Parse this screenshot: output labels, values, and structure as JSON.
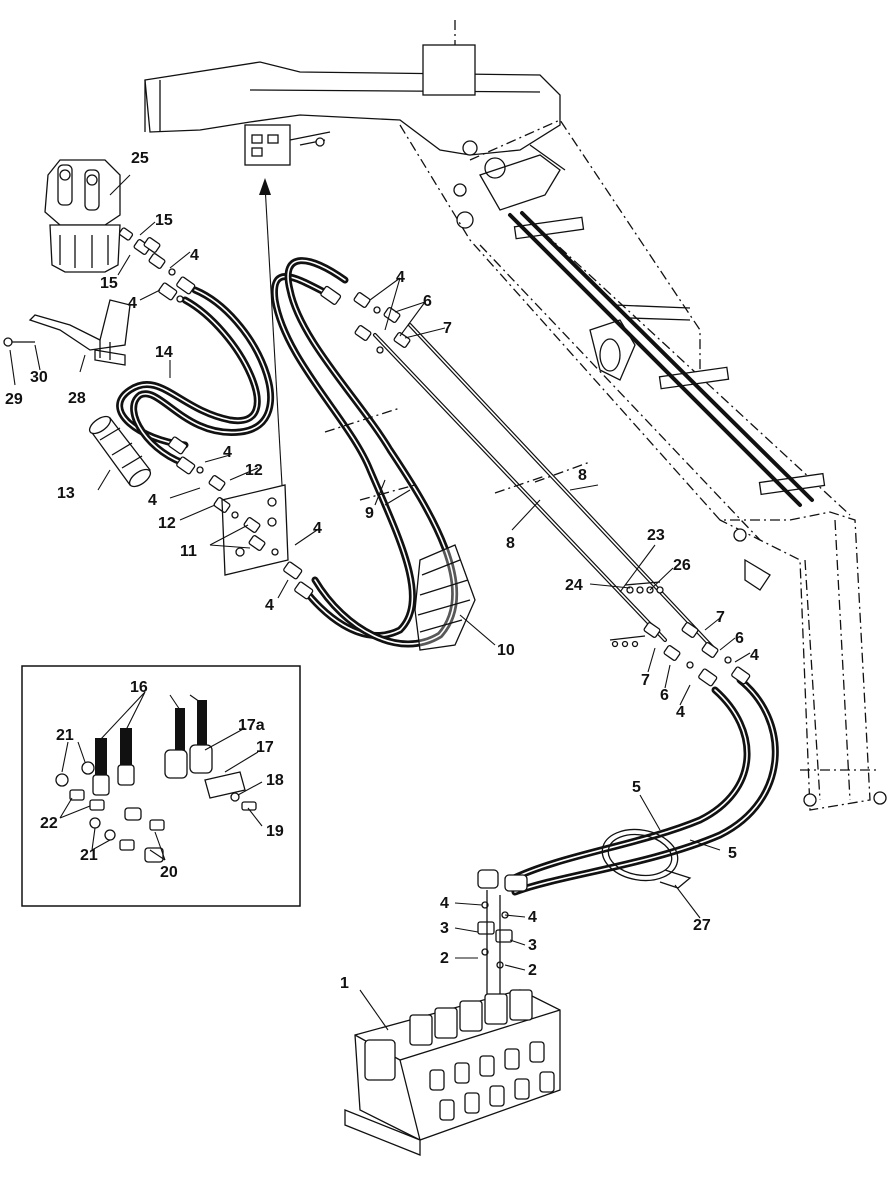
{
  "callouts": {
    "c1": "1",
    "c2a": "2",
    "c2b": "2",
    "c3a": "3",
    "c3b": "3",
    "c4a": "4",
    "c4b": "4",
    "c4c": "4",
    "c4d": "4",
    "c4e": "4",
    "c4f": "4",
    "c4g": "4",
    "c4h": "4",
    "c4i": "4",
    "c4j": "4",
    "c4k": "4",
    "c5a": "5",
    "c5b": "5",
    "c6a": "6",
    "c6b": "6",
    "c6c": "6",
    "c7a": "7",
    "c7b": "7",
    "c7c": "7",
    "c8a": "8",
    "c8b": "8",
    "c9": "9",
    "c10": "10",
    "c11": "11",
    "c12a": "12",
    "c12b": "12",
    "c13": "13",
    "c14": "14",
    "c15a": "15",
    "c15b": "15",
    "c16": "16",
    "c17": "17",
    "c17a": "17a",
    "c18": "18",
    "c19": "19",
    "c20": "20",
    "c21a": "21",
    "c21b": "21",
    "c22": "22",
    "c23": "23",
    "c24": "24",
    "c25": "25",
    "c26": "26",
    "c27": "27",
    "c28": "28",
    "c29": "29",
    "c30": "30"
  }
}
